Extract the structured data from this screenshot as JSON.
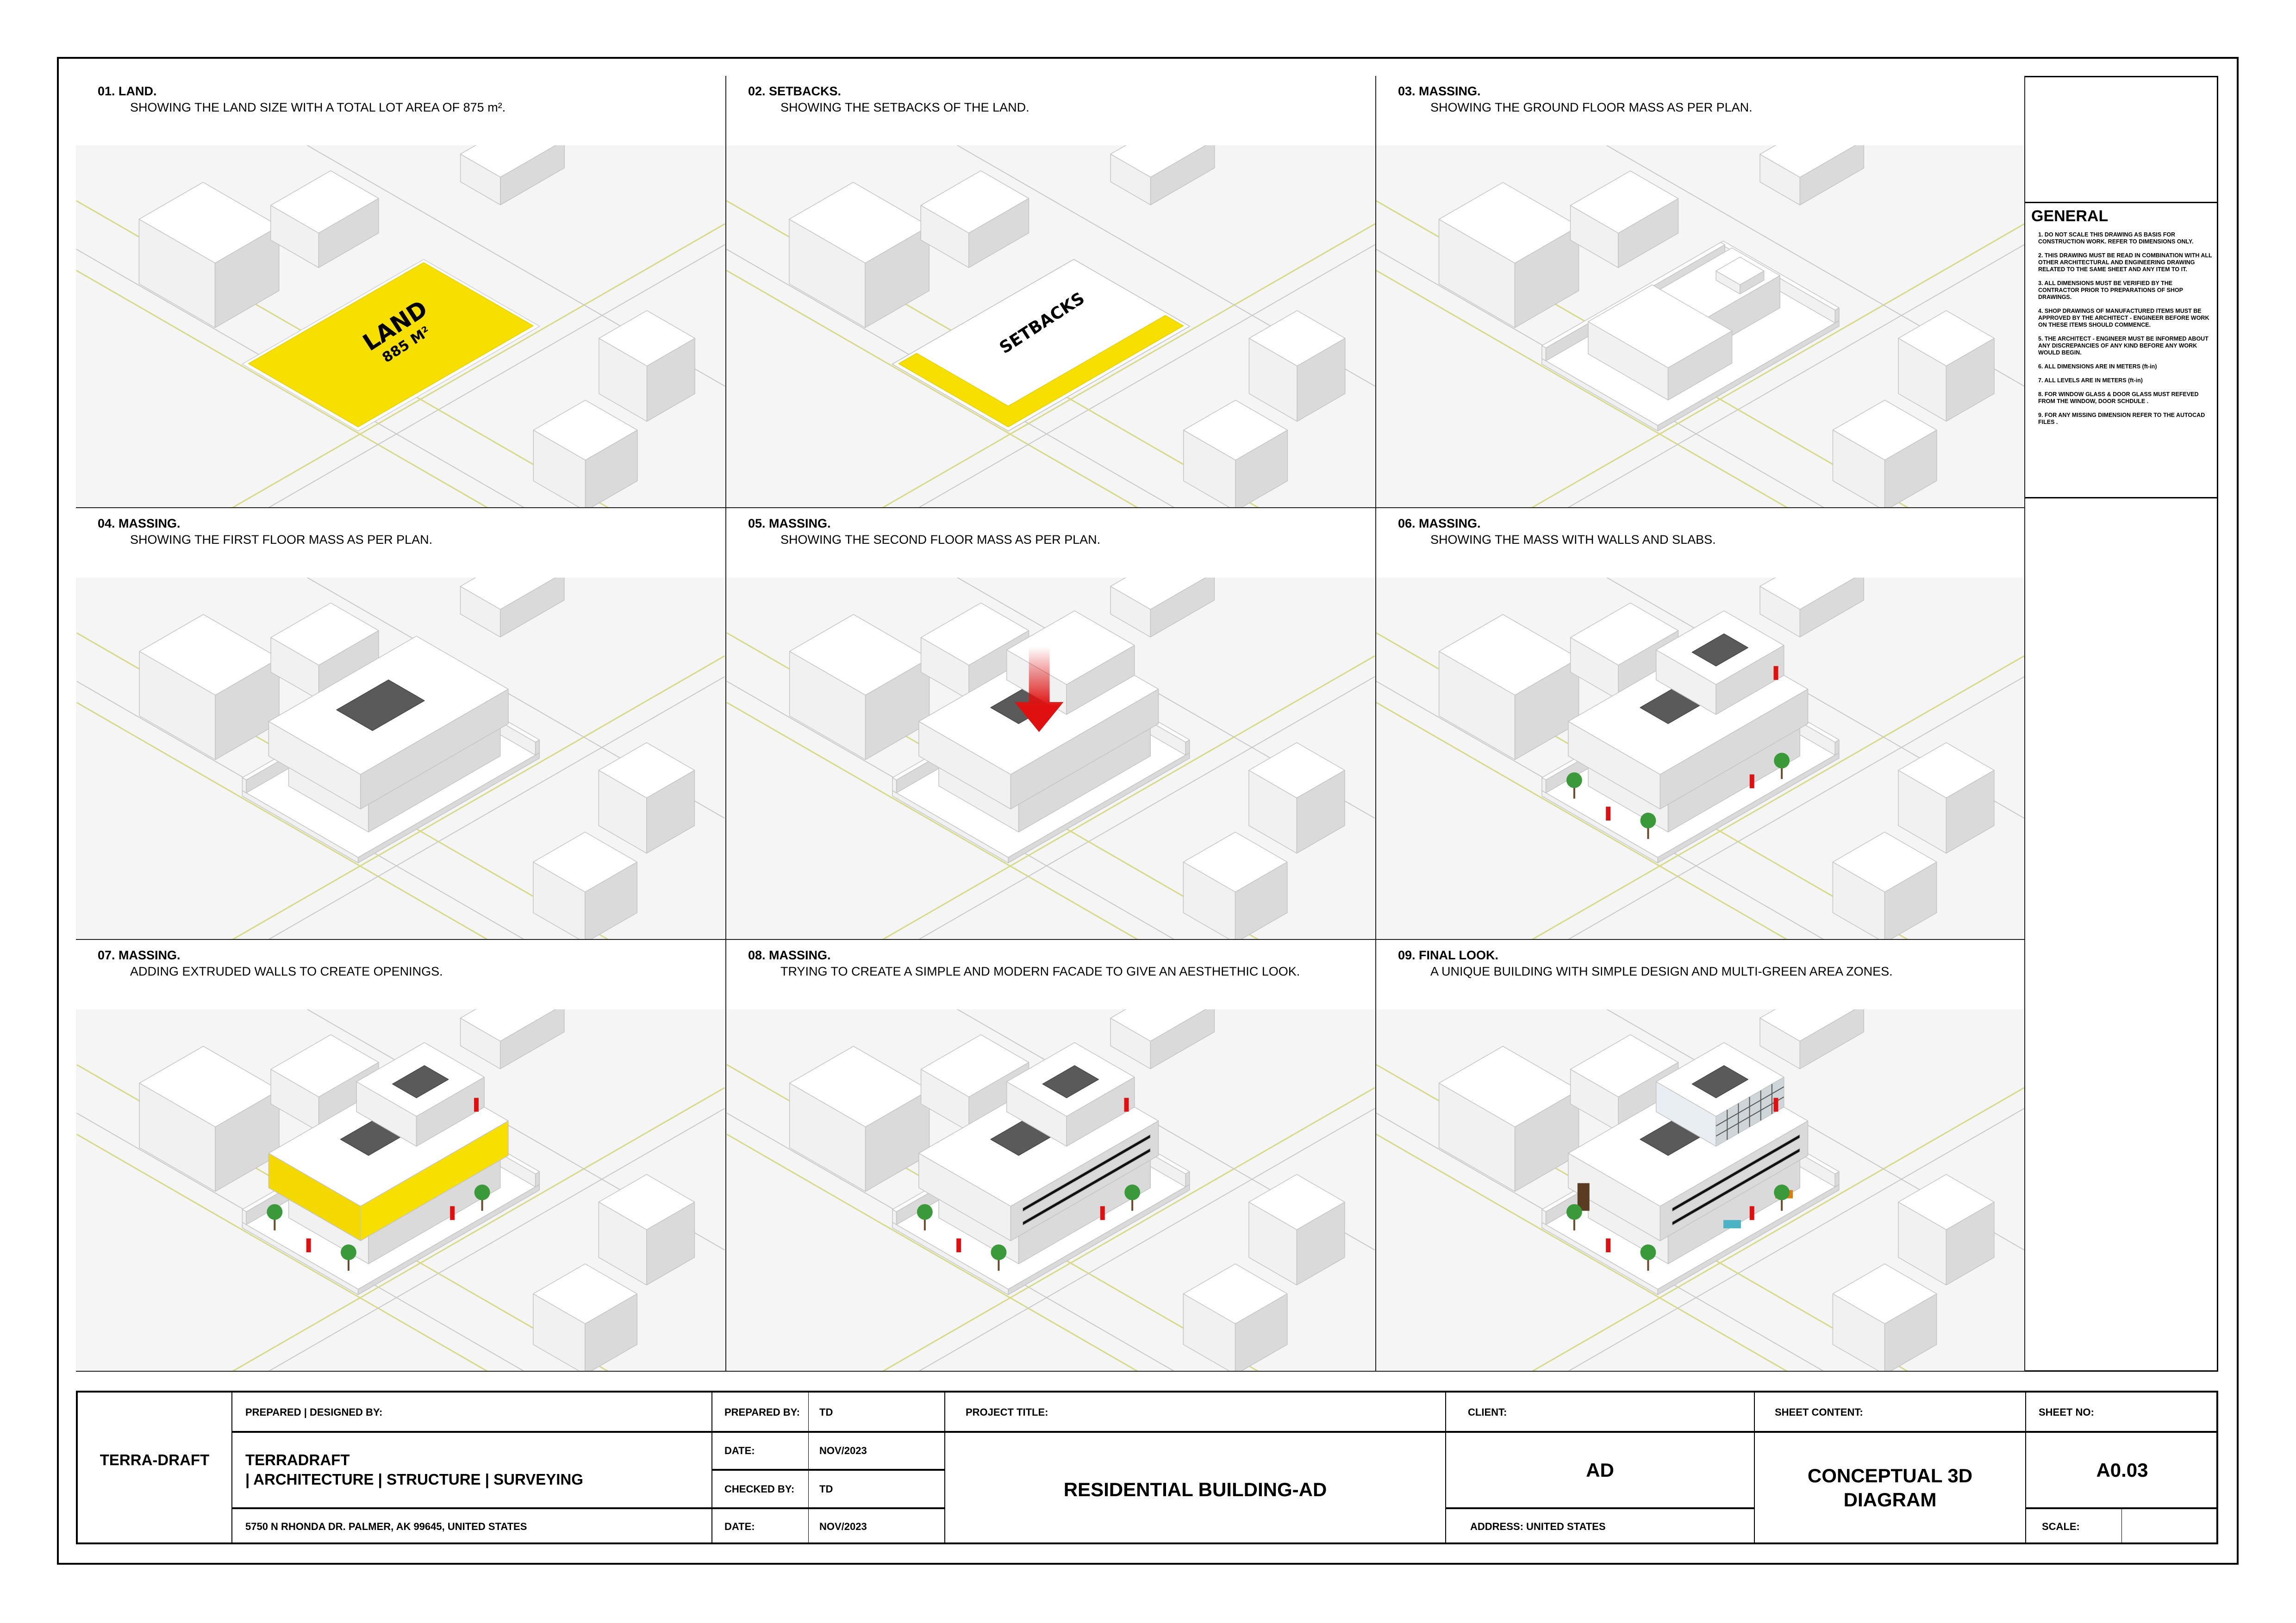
{
  "panels": [
    {
      "title": "01. LAND.",
      "description": "SHOWING THE LAND SIZE WITH A TOTAL LOT AREA OF 875 m²."
    },
    {
      "title": "02. SETBACKS.",
      "description": "SHOWING THE SETBACKS OF THE LAND."
    },
    {
      "title": "03. MASSING.",
      "description": "SHOWING THE GROUND FLOOR MASS AS PER PLAN."
    },
    {
      "title": "04. MASSING.",
      "description": "SHOWING THE FIRST FLOOR MASS AS PER PLAN."
    },
    {
      "title": "05. MASSING.",
      "description": "SHOWING THE SECOND FLOOR MASS AS PER PLAN."
    },
    {
      "title": "06. MASSING.",
      "description": "SHOWING THE MASS WITH WALLS AND SLABS."
    },
    {
      "title": "07. MASSING.",
      "description": "ADDING EXTRUDED WALLS TO CREATE OPENINGS."
    },
    {
      "title": "08. MASSING.",
      "description": "TRYING TO CREATE A SIMPLE AND MODERN FACADE TO GIVE AN AESTHETHIC LOOK."
    },
    {
      "title": "09. FINAL LOOK.",
      "description": "A UNIQUE BUILDING WITH SIMPLE DESIGN AND MULTI-GREEN AREA ZONES."
    }
  ],
  "diagram_labels": {
    "land": "LAND",
    "land_area": "885 M²",
    "setbacks": "SETBACKS"
  },
  "colors": {
    "land_yellow": "#f7e000",
    "arrow_red": "#e01010",
    "tree_green": "#3a9a3a"
  },
  "general": {
    "heading": "GENERAL",
    "notes": [
      "1. DO NOT SCALE THIS DRAWING AS BASIS FOR CONSTRUCTION WORK. REFER TO DIMENSIONS ONLY.",
      "2. THIS DRAWING MUST BE READ IN COMBINATION WITH ALL OTHER ARCHITECTURAL AND ENGINEERING DRAWING RELATED TO THE SAME SHEET AND ANY ITEM TO IT.",
      "3. ALL DIMENSIONS MUST BE VERIFIED BY THE CONTRACTOR PRIOR TO PREPARATIONS OF SHOP DRAWINGS.",
      "4. SHOP DRAWINGS OF MANUFACTURED ITEMS MUST BE APPROVED BY THE ARCHITECT - ENGINEER BEFORE WORK ON THESE ITEMS SHOULD COMMENCE.",
      "5. THE ARCHITECT - ENGINEER MUST BE INFORMED ABOUT ANY DISCREPANCIES OF ANY KIND BEFORE ANY WORK WOULD BEGIN.",
      "6. ALL DIMENSIONS ARE IN METERS (ft-in)",
      "7. ALL LEVELS ARE IN METERS (ft-in)",
      "8. FOR WINDOW GLASS & DOOR GLASS MUST REFEVED FROM THE WINDOW, DOOR SCHDULE .",
      "9. FOR ANY MISSING DIMENSION REFER TO THE AUTOCAD FILES ."
    ]
  },
  "title_block": {
    "company_short": "TERRA-DRAFT",
    "prepared_designed_label": "PREPARED | DESIGNED  BY:",
    "company_name": "TERRADRAFT",
    "company_services": "| ARCHITECTURE | STRUCTURE | SURVEYING",
    "company_address": "5750 N RHONDA DR. PALMER, AK 99645, UNITED STATES",
    "prepared_by_label": "PREPARED BY:",
    "prepared_by": "TD",
    "date_label_1": "DATE:",
    "date_1": "NOV/2023",
    "checked_by_label": "CHECKED BY:",
    "checked_by": "TD",
    "date_label_2": "DATE:",
    "date_2": "NOV/2023",
    "project_title_label": "PROJECT TITLE:",
    "project_title": "RESIDENTIAL BUILDING-AD",
    "client_label": "CLIENT:",
    "client": "AD",
    "address_label": "ADDRESS: UNITED STATES",
    "sheet_content_label": "SHEET CONTENT:",
    "sheet_content_line1": "CONCEPTUAL 3D",
    "sheet_content_line2": "DIAGRAM",
    "sheet_no_label": "SHEET NO:",
    "sheet_no": "A0.03",
    "scale_label": "SCALE:"
  }
}
